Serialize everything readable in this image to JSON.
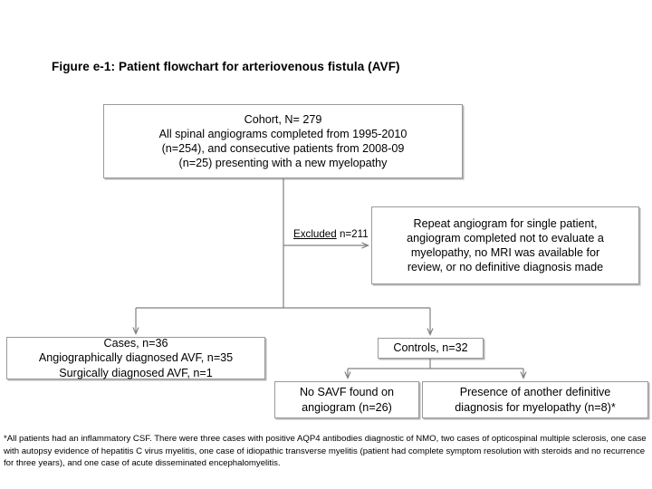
{
  "figure": {
    "title": "Figure e-1: Patient flowchart for arteriovenous fistula (AVF)"
  },
  "nodes": {
    "cohort": {
      "name": "cohort-box",
      "lines": [
        "Cohort, N= 279",
        "All spinal angiograms completed from 1995-2010",
        "(n=254), and consecutive patients from 2008-09",
        "(n=25) presenting with a new myelopathy"
      ]
    },
    "excluded_detail": {
      "name": "excluded-reasons-box",
      "lines": [
        "Repeat angiogram for single patient,",
        "angiogram completed not to evaluate a",
        "myelopathy, no MRI was available for",
        "review, or no definitive diagnosis made"
      ]
    },
    "cases": {
      "name": "cases-box",
      "lines": [
        "Cases, n=36",
        "Angiographically diagnosed AVF, n=35",
        "Surgically diagnosed AVF, n=1"
      ]
    },
    "controls": {
      "name": "controls-box",
      "lines": [
        "Controls, n=32"
      ]
    },
    "no_savf": {
      "name": "no-savf-box",
      "lines": [
        "No SAVF found on",
        "angiogram (n=26)"
      ]
    },
    "another_diagnosis": {
      "name": "presence-another-diagnosis-box",
      "lines": [
        "Presence of another definitive",
        "diagnosis for myelopathy (n=8)*"
      ]
    }
  },
  "edge_labels": {
    "excluded": {
      "label": "Excluded",
      "count": "n=211"
    }
  },
  "footnote": {
    "text": "*All patients had an inflammatory CSF.  There were three cases with positive AQP4 antibodies diagnostic of NMO, two cases of opticospinal multiple sclerosis, one case with autopsy evidence of hepatitis C virus myelitis, one case of idiopathic transverse myelitis (patient had complete symptom resolution with steroids and no recurrence for three years), and one case of acute disseminated encephalomyelitis."
  },
  "colors": {
    "box_border": "#9a9a9a",
    "connector": "#808080",
    "text": "#000000",
    "background": "#ffffff"
  }
}
